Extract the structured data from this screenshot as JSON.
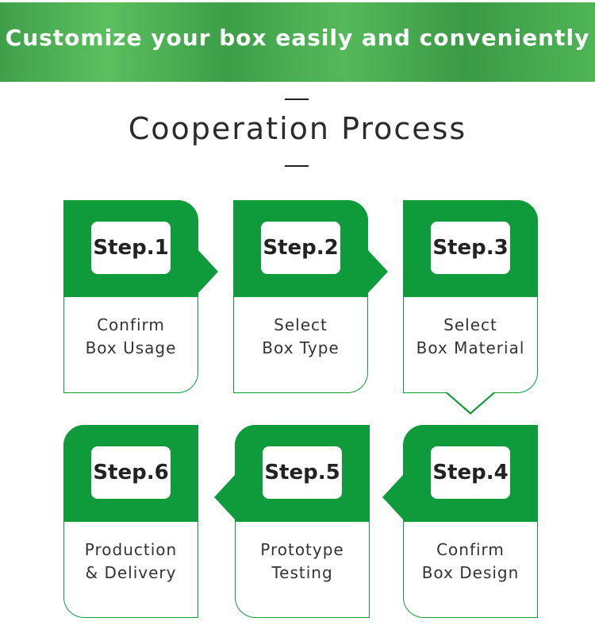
{
  "banner": {
    "title": "Customize your box easily and conveniently"
  },
  "section": {
    "title": "Cooperation Process"
  },
  "steps": [
    {
      "label": "Step.1",
      "line1": "Confirm",
      "line2": "Box Usage"
    },
    {
      "label": "Step.2",
      "line1": "Select",
      "line2": "Box Type"
    },
    {
      "label": "Step.3",
      "line1": "Select",
      "line2": "Box Material"
    },
    {
      "label": "Step.4",
      "line1": "Confirm",
      "line2": "Box Design"
    },
    {
      "label": "Step.5",
      "line1": "Prototype",
      "line2": "Testing"
    },
    {
      "label": "Step.6",
      "line1": "Production",
      "line2": "& Delivery"
    }
  ],
  "colors": {
    "accent": "#0f9b3c",
    "banner": "#4caf50"
  }
}
